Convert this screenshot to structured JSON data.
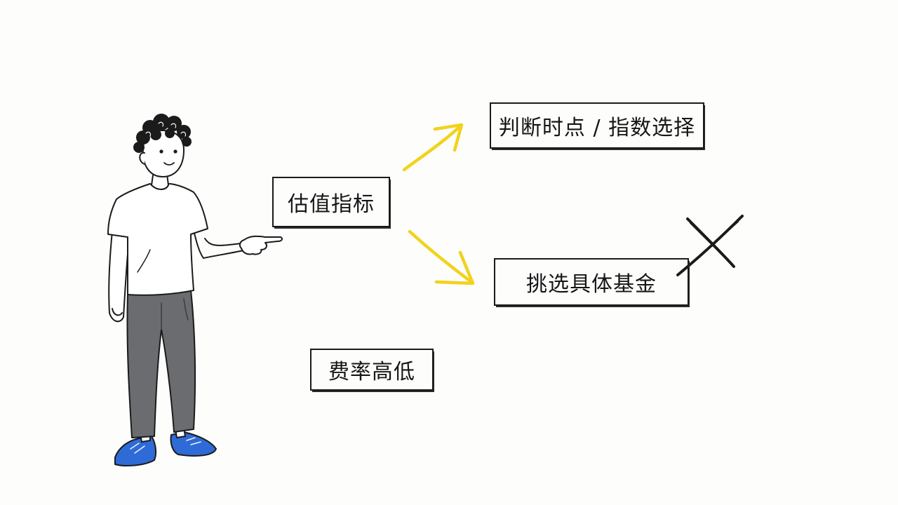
{
  "labels": {
    "valuation": "估值指标",
    "timing": "判断时点 / 指数选择",
    "pick": "挑选具体基金",
    "fee": "费率高低"
  },
  "colors": {
    "arrow": "#f2d21b",
    "ink": "#1b1b1b",
    "pants": "#6b6c70",
    "shoes": "#2f6bd6",
    "background": "#fdfdfc"
  },
  "icons": {
    "cross": "cross-mark-icon",
    "person": "person-pointing-illustration"
  }
}
